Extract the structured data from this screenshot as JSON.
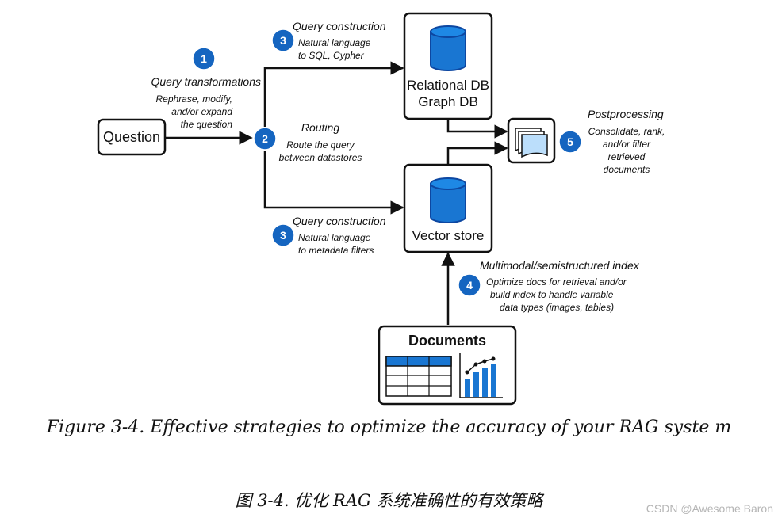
{
  "nodes": {
    "question": "Question",
    "relational_db_line1": "Relational DB",
    "relational_db_line2": "Graph DB",
    "vector_store": "Vector store",
    "documents": "Documents"
  },
  "steps": {
    "query_transformations": {
      "badge": "1",
      "title": "Query transformations",
      "desc": [
        "Rephrase, modify,",
        "and/or expand",
        "the question"
      ]
    },
    "routing": {
      "badge": "2",
      "title": "Routing",
      "desc": [
        "Route the query",
        "between datastores"
      ]
    },
    "query_construction_sql": {
      "badge": "3",
      "title": "Query construction",
      "desc": [
        "Natural language",
        "to SQL, Cypher"
      ]
    },
    "query_construction_meta": {
      "badge": "3",
      "title": "Query construction",
      "desc": [
        "Natural language",
        "to metadata filters"
      ]
    },
    "index": {
      "badge": "4",
      "title": "Multimodal/semistructured index",
      "desc": [
        "Optimize docs for retrieval and/or",
        "build index to handle variable",
        "data types (images, tables)"
      ]
    },
    "postprocessing": {
      "badge": "5",
      "title": "Postprocessing",
      "desc": [
        "Consolidate, rank,",
        "and/or filter",
        "retrieved",
        "documents"
      ]
    }
  },
  "colors": {
    "accent": "#1565c0",
    "db_fill": "#1976d2",
    "db_stroke": "#0d47a1",
    "line": "#111111"
  },
  "caption_en": "Figure 3-4. Effective strategies to optimize the accuracy of your RAG syste m",
  "caption_zh": "图 3-4. 优化 RAG 系统准确性的有效策略",
  "watermark": "CSDN @Awesome Baron"
}
